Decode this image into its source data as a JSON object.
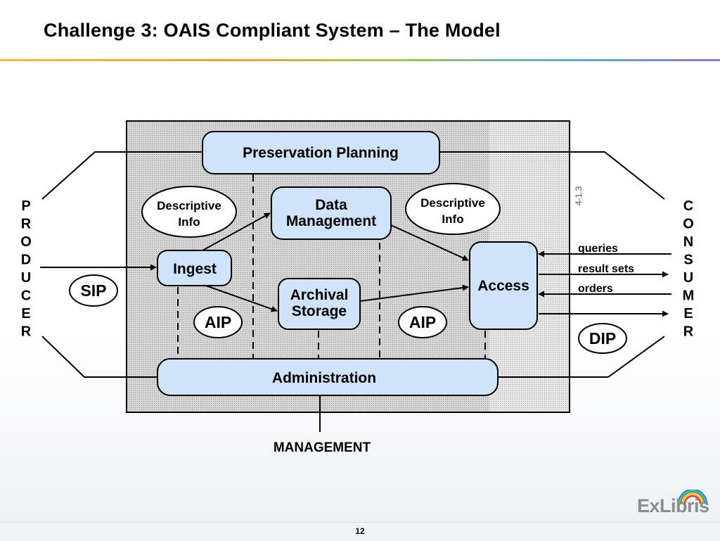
{
  "slide": {
    "title": "Challenge 3: OAIS Compliant System – The Model",
    "page_number": "12"
  },
  "diagram": {
    "boxes": {
      "preservation_planning": "Preservation Planning",
      "data_management_line1": "Data",
      "data_management_line2": "Management",
      "ingest": "Ingest",
      "archival_storage_line1": "Archival",
      "archival_storage_line2": "Storage",
      "access": "Access",
      "administration": "Administration"
    },
    "ellipses": {
      "descriptive_info_left_line1": "Descriptive",
      "descriptive_info_left_line2": "Info",
      "descriptive_info_right_line1": "Descriptive",
      "descriptive_info_right_line2": "Info",
      "sip": "SIP",
      "aip_left": "AIP",
      "aip_right": "AIP",
      "dip": "DIP"
    },
    "producer_letters": [
      "P",
      "R",
      "O",
      "D",
      "U",
      "C",
      "E",
      "R"
    ],
    "consumer_letters": [
      "C",
      "O",
      "N",
      "S",
      "U",
      "M",
      "E",
      "R"
    ],
    "consumer_flows": {
      "queries": "queries",
      "result_sets": "result sets",
      "orders": "orders"
    },
    "management": "MANAGEMENT",
    "side_note": "4-1.3"
  },
  "logo": {
    "text": "ExLibris",
    "arc_colors": [
      "#e53935",
      "#fbc02d",
      "#43a047",
      "#1e88e5"
    ]
  },
  "colors": {
    "box_fill": "#cfe3fb",
    "diagram_background": "#c8c8c8"
  }
}
